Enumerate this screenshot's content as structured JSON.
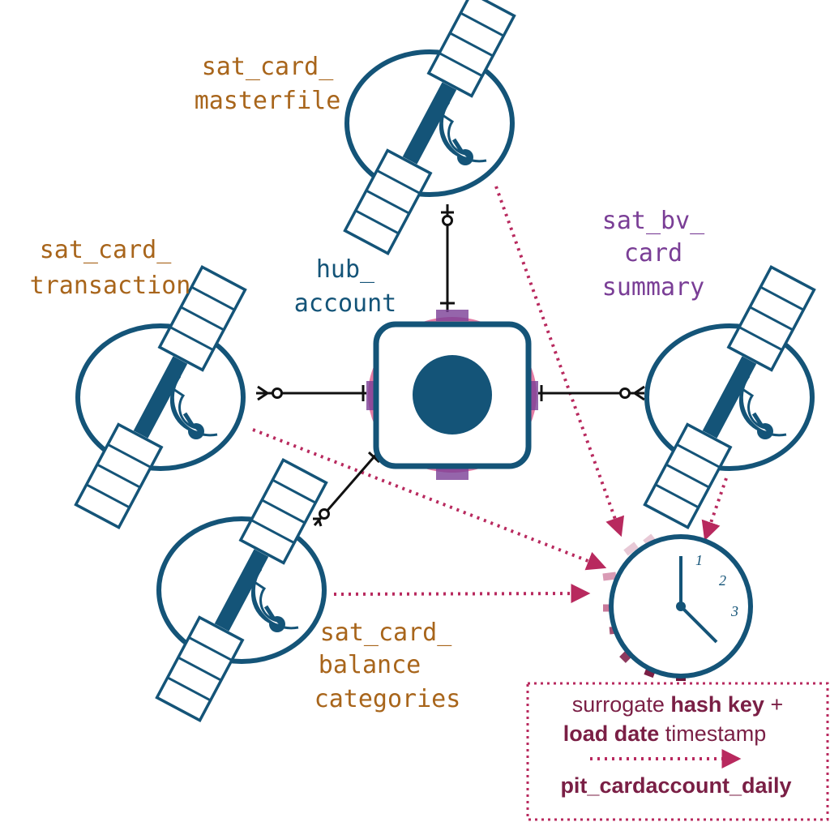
{
  "colors": {
    "navy": "#145478",
    "orange": "#a8651b",
    "purple": "#7a3e96",
    "crimson": "#b8295e",
    "maroon": "#7a1f45",
    "pink": "#d94f86"
  },
  "hub": {
    "label_line1": "hub_",
    "label_line2": "account",
    "icon": "hub-square-icon"
  },
  "satellites": [
    {
      "id": "masterfile",
      "line1": "sat_card_",
      "line2": "masterfile",
      "line3": "",
      "icon": "satellite-icon"
    },
    {
      "id": "transaction",
      "line1": "sat_card_",
      "line2": "transaction",
      "line3": "",
      "icon": "satellite-icon"
    },
    {
      "id": "bv-summary",
      "line1": "sat_bv_",
      "line2": "card",
      "line3": "summary",
      "icon": "satellite-icon"
    },
    {
      "id": "balance",
      "line1": "sat_card_",
      "line2": "balance",
      "line3": "categories",
      "icon": "satellite-icon"
    }
  ],
  "pit": {
    "icon": "clock-icon",
    "clock_numbers": [
      "1",
      "2",
      "3"
    ],
    "note_part1": "surrogate ",
    "note_bold1": "hash key",
    "note_part2": " +",
    "note_bold2": "load date",
    "note_part3": " timestamp",
    "table_name": "pit_cardaccount_daily"
  }
}
